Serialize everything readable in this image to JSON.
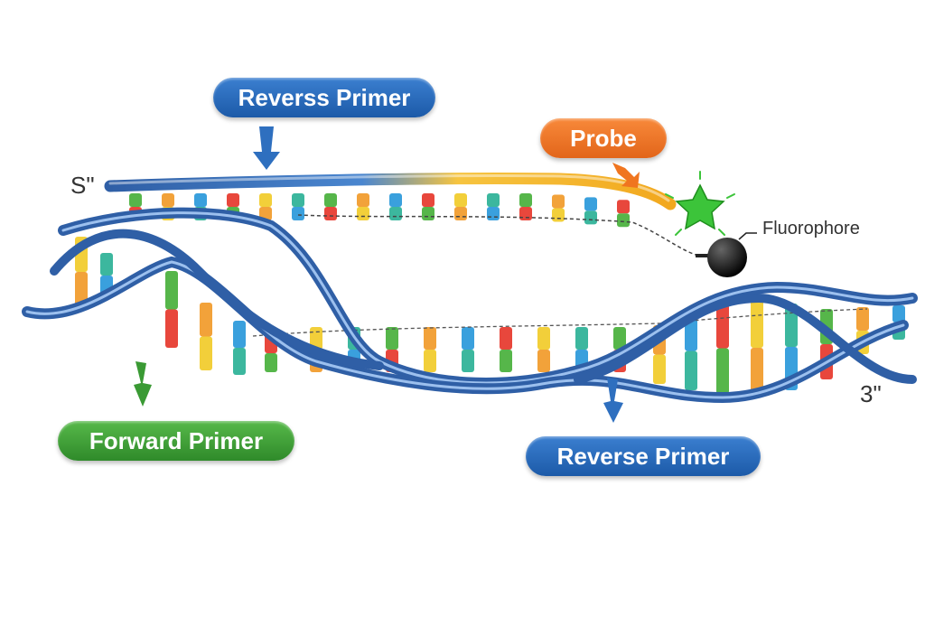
{
  "labels": {
    "top_reverse_primer": "Reverss Primer",
    "probe": "Probe",
    "fluorophore": "Fluorophore",
    "forward_primer": "Forward Primer",
    "bottom_reverse_primer": "Reverse Primer",
    "five_prime_end": "S\"",
    "three_prime_end": "3\""
  },
  "colors": {
    "dna_backbone": "#2f5fa6",
    "primer_label_blue": "#1f5fb0",
    "forward_label_green": "#3a9a34",
    "probe_orange": "#f0751f",
    "fluorophore_star": "#3cc43a",
    "quencher_black": "#111111",
    "base_red": "#e8473c",
    "base_orange": "#f2a23a",
    "base_yellow": "#f2cf3a",
    "base_green": "#56b64a",
    "base_blue": "#3aa0dd",
    "base_teal": "#3cb79e"
  },
  "icons": [
    "down-arrow-icon",
    "star-icon",
    "quencher-ball-icon"
  ]
}
